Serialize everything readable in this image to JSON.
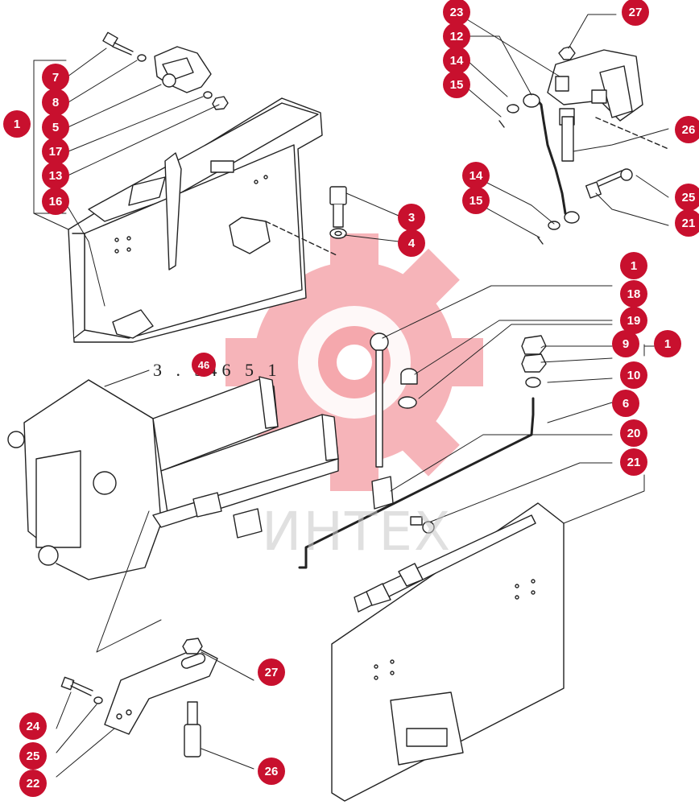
{
  "watermark": {
    "text": "ИНТЕХ",
    "gear_color": "#f5a8ad"
  },
  "reference": {
    "text": "3 . 346 5 1",
    "badge": "46"
  },
  "accent_color": "#c8102e",
  "callouts": [
    {
      "id": "c-1a",
      "label": "1"
    },
    {
      "id": "c-7",
      "label": "7"
    },
    {
      "id": "c-8",
      "label": "8"
    },
    {
      "id": "c-5",
      "label": "5"
    },
    {
      "id": "c-17",
      "label": "17"
    },
    {
      "id": "c-13",
      "label": "13"
    },
    {
      "id": "c-16",
      "label": "16"
    },
    {
      "id": "c-3",
      "label": "3"
    },
    {
      "id": "c-4",
      "label": "4"
    },
    {
      "id": "c-23",
      "label": "23"
    },
    {
      "id": "c-27a",
      "label": "27"
    },
    {
      "id": "c-12",
      "label": "12"
    },
    {
      "id": "c-14a",
      "label": "14"
    },
    {
      "id": "c-15a",
      "label": "15"
    },
    {
      "id": "c-26a",
      "label": "26"
    },
    {
      "id": "c-14b",
      "label": "14"
    },
    {
      "id": "c-15b",
      "label": "15"
    },
    {
      "id": "c-25a",
      "label": "25"
    },
    {
      "id": "c-21a",
      "label": "21"
    },
    {
      "id": "c-1b",
      "label": "1"
    },
    {
      "id": "c-18",
      "label": "18"
    },
    {
      "id": "c-19",
      "label": "19"
    },
    {
      "id": "c-9",
      "label": "9"
    },
    {
      "id": "c-1c",
      "label": "1"
    },
    {
      "id": "c-10",
      "label": "10"
    },
    {
      "id": "c-6",
      "label": "6"
    },
    {
      "id": "c-20",
      "label": "20"
    },
    {
      "id": "c-21b",
      "label": "21"
    },
    {
      "id": "c-27b",
      "label": "27"
    },
    {
      "id": "c-24",
      "label": "24"
    },
    {
      "id": "c-25b",
      "label": "25"
    },
    {
      "id": "c-22",
      "label": "22"
    },
    {
      "id": "c-26b",
      "label": "26"
    }
  ]
}
